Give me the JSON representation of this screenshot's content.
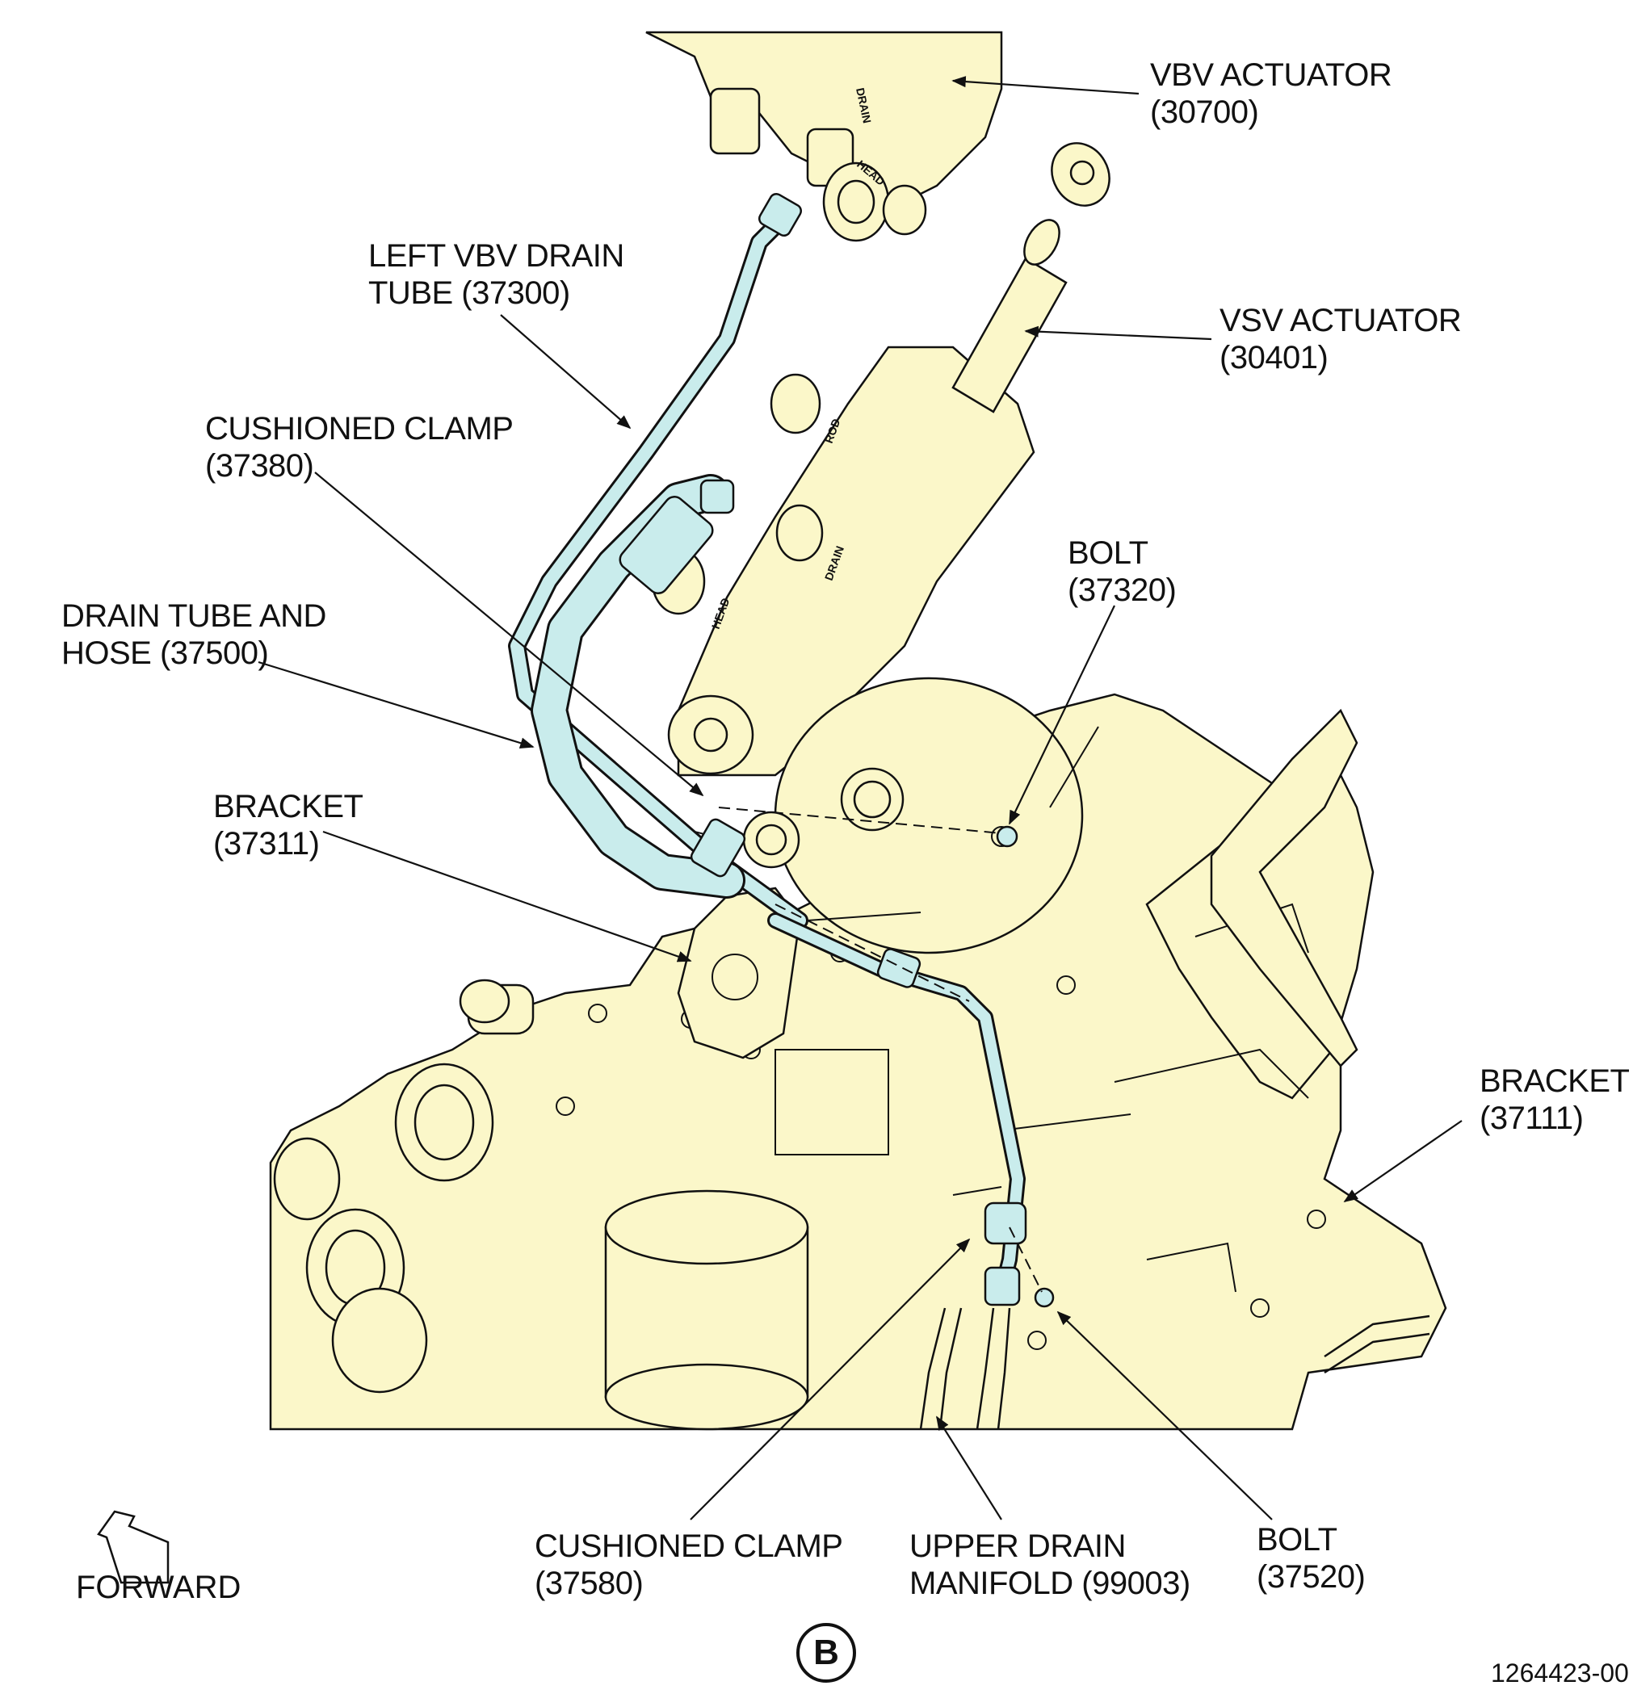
{
  "colors": {
    "engine_fill": "#fbf7c9",
    "tube_fill": "#c9ecec",
    "outline": "#111111",
    "background": "#ffffff"
  },
  "labels": {
    "vbv_actuator": {
      "name": "VBV ACTUATOR",
      "part": "(30700)"
    },
    "left_vbv_drain_tube": {
      "line1": "LEFT VBV DRAIN",
      "line2": "TUBE (37300)"
    },
    "vsv_actuator": {
      "name": "VSV ACTUATOR",
      "part": "(30401)"
    },
    "cushioned_clamp_upper": {
      "name": "CUSHIONED CLAMP",
      "part": "(37380)"
    },
    "bolt_upper": {
      "name": "BOLT",
      "part": "(37320)"
    },
    "drain_tube_and_hose": {
      "line1": "DRAIN TUBE AND",
      "line2": "HOSE (37500)"
    },
    "bracket_left": {
      "name": "BRACKET",
      "part": "(37311)"
    },
    "bracket_right": {
      "name": "BRACKET",
      "part": "(37111)"
    },
    "cushioned_clamp_lower": {
      "name": "CUSHIONED CLAMP",
      "part": "(37580)"
    },
    "upper_drain_manifold": {
      "line1": "UPPER DRAIN",
      "line2": "MANIFOLD (99003)"
    },
    "bolt_lower": {
      "name": "BOLT",
      "part": "(37520)"
    }
  },
  "view_letter": "B",
  "forward_label": "FORWARD",
  "figure_number": "1264423-00",
  "engraved_text": {
    "vbv_drain_port": "DRAIN",
    "vbv_head_port": "HEAD",
    "vsv_rod_port": "ROD",
    "vsv_drain_port": "DRAIN",
    "vsv_head_port": "HEAD"
  }
}
